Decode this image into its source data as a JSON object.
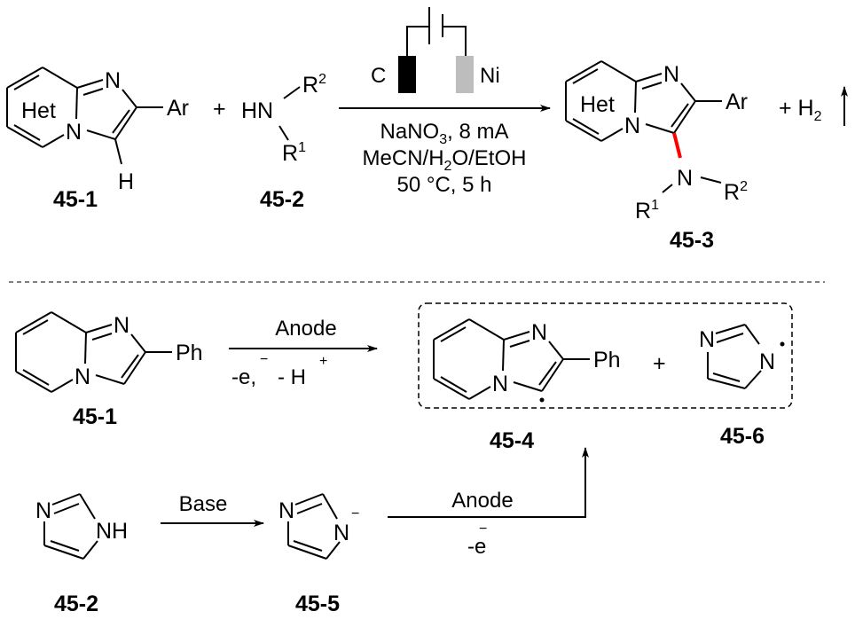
{
  "atoms": {
    "N": "N",
    "Het": "Het",
    "Ar": "Ar",
    "H": "H",
    "HN": "HN",
    "NH": "NH",
    "R": "R",
    "one": "1",
    "two": "2",
    "Ph": "Ph",
    "plus": "+",
    "minus": "−",
    "dot": "•"
  },
  "compounds": {
    "c45_1": "45-1",
    "c45_2": "45-2",
    "c45_3": "45-3",
    "c45_4": "45-4",
    "c45_5": "45-5",
    "c45_6": "45-6"
  },
  "top_reaction": {
    "electrode_left": "C",
    "electrode_right": "Ni",
    "cond1_a": "NaNO",
    "cond1_sub": "3",
    "cond1_b": ", 8 mA",
    "cond2_a": "MeCN/H",
    "cond2_sub": "2",
    "cond2_b": "O/EtOH",
    "cond3": "50 °C, 5 h",
    "byproduct": "+ H",
    "byproduct_sub": "2",
    "colors": {
      "new_bond": "#ff0000",
      "cathode": "#bdbdbd",
      "anode": "#000000"
    }
  },
  "mechanism": {
    "step1_top": "Anode",
    "step1_bottom_a": "-e,",
    "step1_bottom_b": "- H",
    "step2_top": "Base",
    "step3_top": "Anode",
    "step3_bottom": "-e"
  }
}
